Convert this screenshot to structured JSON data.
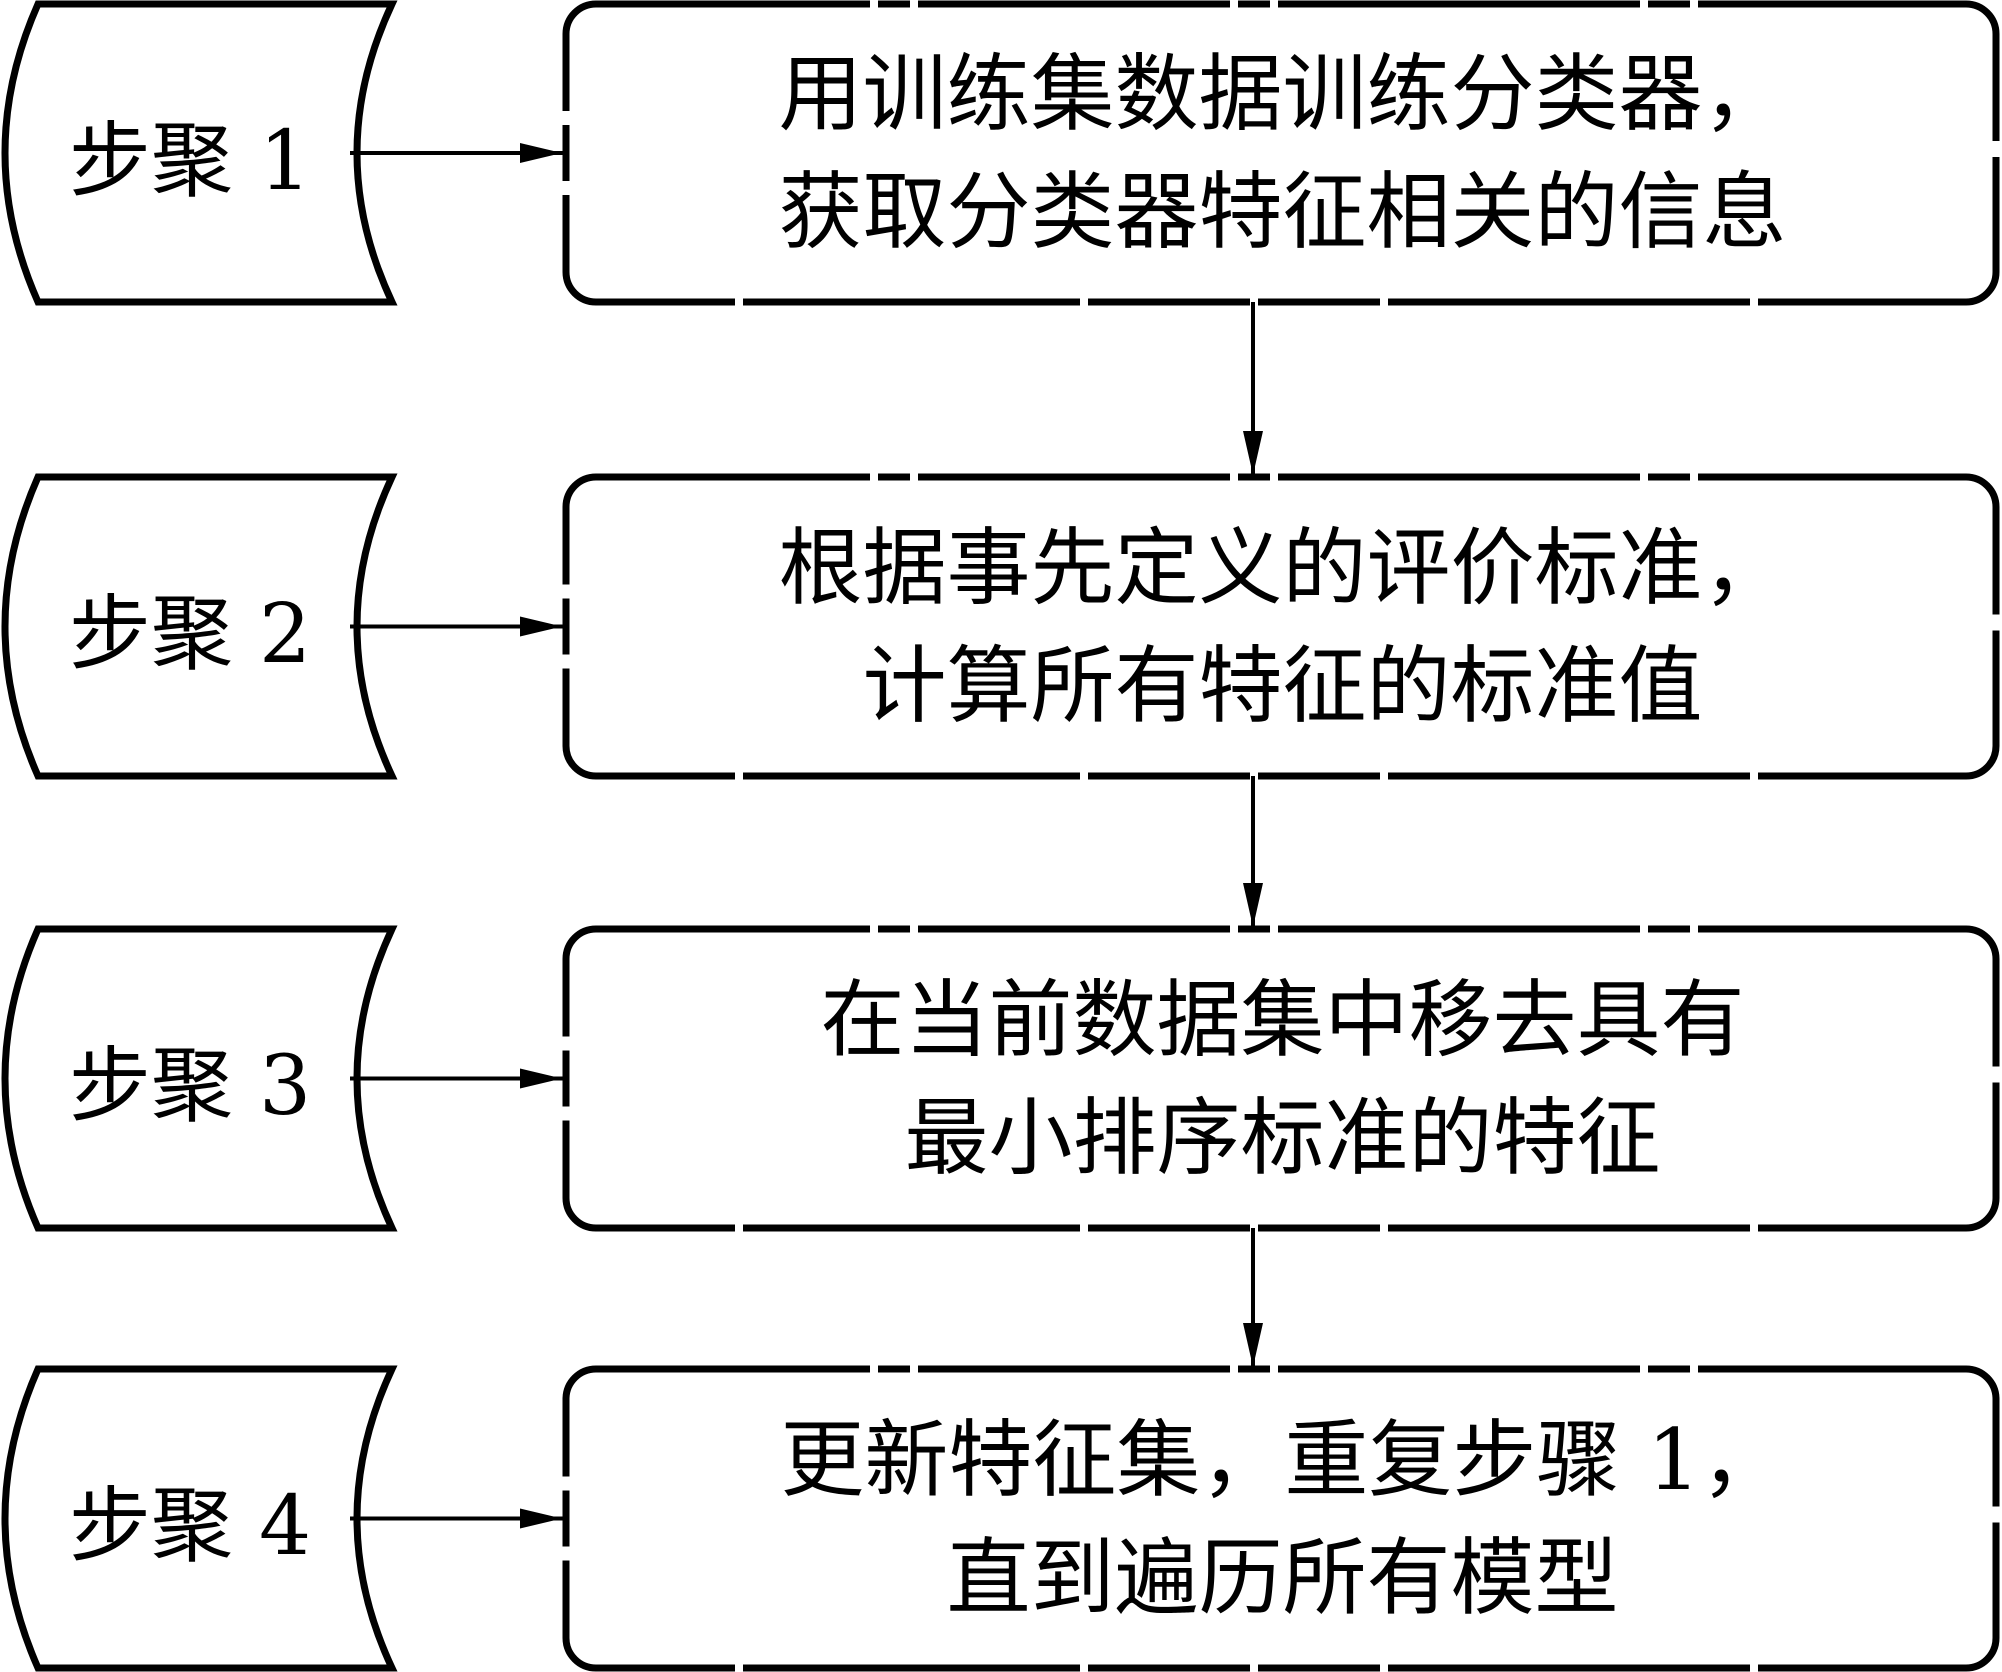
{
  "diagram": {
    "colors": {
      "stroke": "#000000",
      "background": "#ffffff"
    },
    "steps": [
      {
        "label": "步聚 1",
        "lines": [
          "用训练集数据训练分类器，",
          "获取分类器特征相关的信息"
        ]
      },
      {
        "label": "步聚 2",
        "lines": [
          "根据事先定义的评价标准，",
          "计算所有特征的标准值"
        ]
      },
      {
        "label": "步聚 3",
        "lines": [
          "在当前数据集中移去具有",
          "最小排序标准的特征"
        ]
      },
      {
        "label": "步聚 4",
        "lines": [
          "更新特征集，重复步骤 1，",
          "直到遍历所有模型"
        ]
      }
    ],
    "connections": [
      {
        "from": "step-1",
        "to": "process-1"
      },
      {
        "from": "step-2",
        "to": "process-2"
      },
      {
        "from": "step-3",
        "to": "process-3"
      },
      {
        "from": "step-4",
        "to": "process-4"
      },
      {
        "from": "process-1",
        "to": "process-2"
      },
      {
        "from": "process-2",
        "to": "process-3"
      },
      {
        "from": "process-3",
        "to": "process-4"
      }
    ]
  }
}
